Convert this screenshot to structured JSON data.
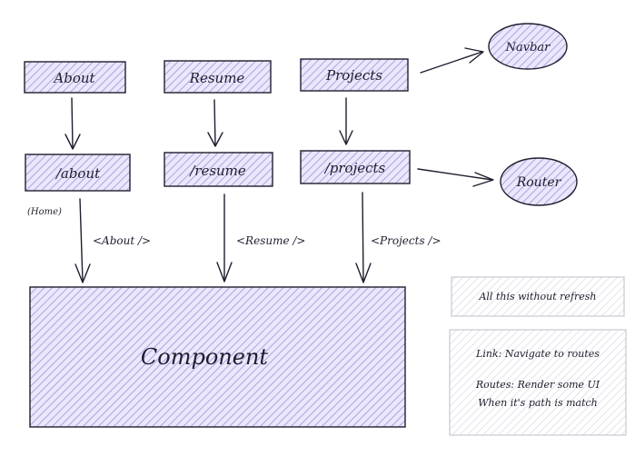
{
  "colors": {
    "node_fill": "#b1a7e6",
    "stroke": "#1e1e2e",
    "note_stroke": "#c7c7d1",
    "note_hatch": "#dcdce6",
    "background": "#ffffff"
  },
  "nodes": {
    "about": "About",
    "resume": "Resume",
    "projects": "Projects",
    "about_route": "/about",
    "resume_route": "/resume",
    "projects_route": "/projects",
    "navbar": "Navbar",
    "router": "Router",
    "component": "Component"
  },
  "annotations": {
    "home": "(Home)",
    "about_tag": "<About />",
    "resume_tag": "<Resume />",
    "projects_tag": "<Projects />"
  },
  "notes": {
    "refresh": "All this without refresh",
    "link_line": "Link: Navigate to routes",
    "routes_line1": "Routes: Render some UI",
    "routes_line2": "When it's path is match"
  }
}
